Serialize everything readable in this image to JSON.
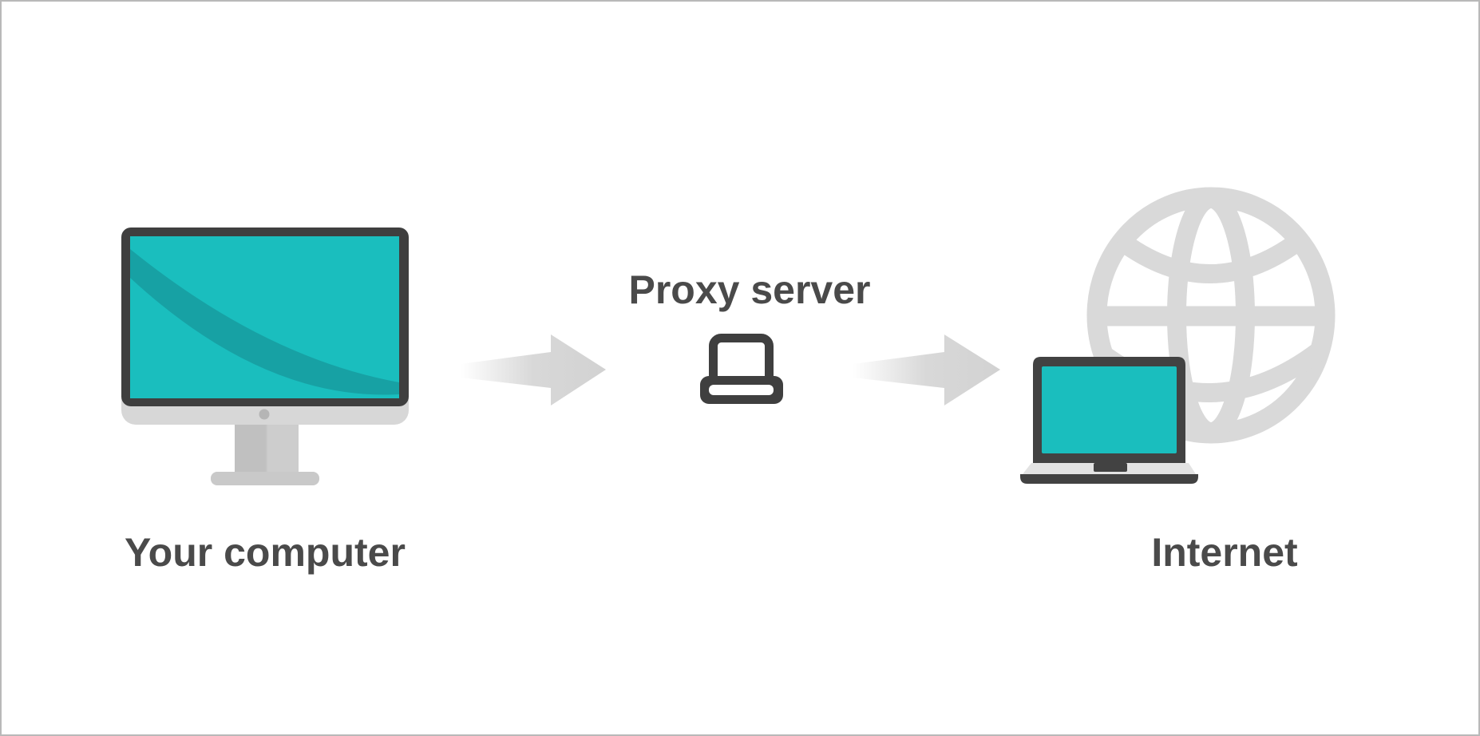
{
  "diagram": {
    "nodes": [
      {
        "id": "your-computer",
        "label": "Your computer",
        "icon": "desktop-monitor-icon"
      },
      {
        "id": "proxy-server",
        "label": "Proxy server",
        "icon": "laptop-outline-icon"
      },
      {
        "id": "internet",
        "label": "Internet",
        "icon": "laptop-with-globe-icon"
      }
    ],
    "connections": [
      {
        "from": "your-computer",
        "to": "proxy-server",
        "style": "gray-right-arrow"
      },
      {
        "from": "proxy-server",
        "to": "internet",
        "style": "gray-right-arrow"
      }
    ],
    "colors": {
      "screen_teal": "#1abebe",
      "screen_teal_dark": "#17a1a4",
      "device_dark": "#3f3f3f",
      "laptop_dark": "#424242",
      "chin_light": "#d7d7d7",
      "laptop_base_light": "#e3e3e3",
      "stand_gray": "#c9c9c9",
      "camera_gray": "#b5b5b5",
      "arrow_gray": "#d5d5d5",
      "globe_gray": "#d9d9d9",
      "label_text": "#4a4a4a",
      "background": "#ffffff",
      "border": "#b9b9b9"
    }
  }
}
